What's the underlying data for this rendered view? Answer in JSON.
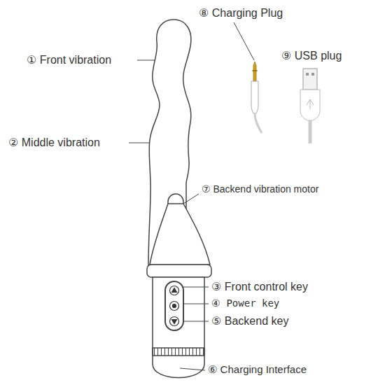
{
  "diagram": {
    "labels": [
      "① Front vibration",
      "② Middle vibration",
      "③ Front control key",
      "④ Power key",
      "⑤ Backend key",
      "⑥ Charging Interface",
      "⑦ Backend vibration motor",
      "⑧ Charging Plug",
      "⑨ USB plug"
    ]
  }
}
